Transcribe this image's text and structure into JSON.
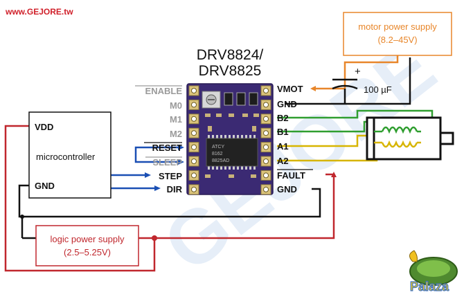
{
  "watermark": {
    "site": "www.GEJORE.tw",
    "logo": "Palaza",
    "diagonal": "GEJORE"
  },
  "board": {
    "title_line1": "DRV8824/",
    "title_line2": "DRV8825",
    "chip_text": [
      "ATCY",
      "8162",
      "8825AD"
    ],
    "left_pins": [
      "ENABLE",
      "M0",
      "M1",
      "M2",
      "RESET",
      "SLEEP",
      "STEP",
      "DIR"
    ],
    "right_pins": [
      "VMOT",
      "GND",
      "B2",
      "B1",
      "A1",
      "A2",
      "FAULT",
      "GND"
    ]
  },
  "microcontroller": {
    "label": "microcontroller",
    "vdd": "VDD",
    "gnd": "GND"
  },
  "motor_supply": {
    "line1": "motor power supply",
    "line2": "(8.2–45V)"
  },
  "logic_supply": {
    "line1": "logic power supply",
    "line2": "(2.5–5.25V)"
  },
  "capacitor": {
    "plus": "+",
    "value": "100 µF"
  },
  "colors": {
    "red": "#c0272d",
    "orange": "#e8862a",
    "blue": "#1a4fb4",
    "green": "#2f9e2f",
    "yellow": "#d7b500",
    "black": "#111111",
    "board": "#3b2a73",
    "gray_pin": "#9a9a9a"
  }
}
